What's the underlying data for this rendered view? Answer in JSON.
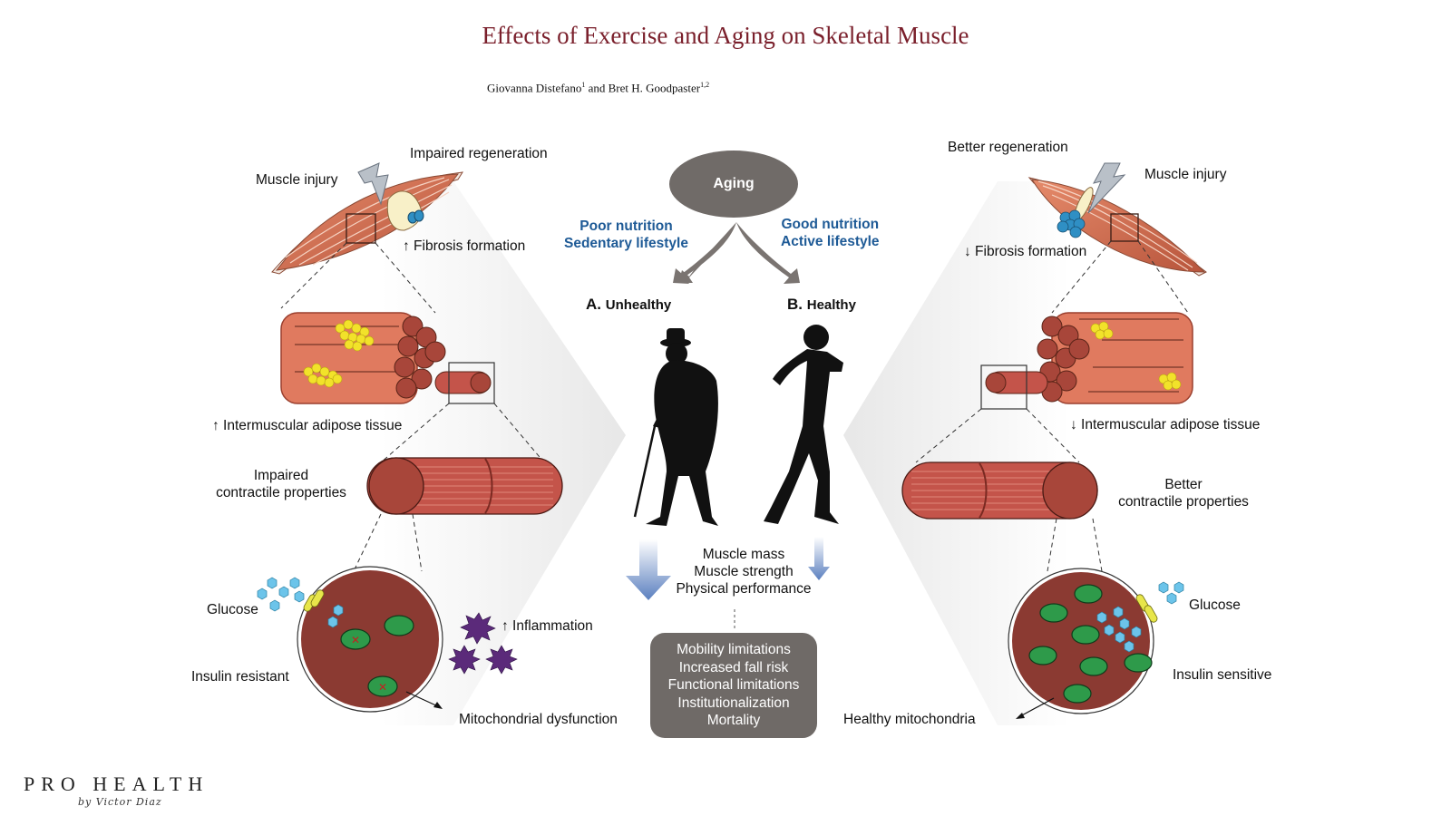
{
  "title": "Effects of Exercise and Aging on Skeletal Muscle",
  "authors": {
    "author1": "Giovanna Distefano",
    "author1_sup": "1",
    "joiner": " and ",
    "author2": "Bret H. Goodpaster",
    "author2_sup": "1,2"
  },
  "center": {
    "aging": "Aging",
    "left_factors": [
      "Poor nutrition",
      "Sedentary lifestyle"
    ],
    "right_factors": [
      "Good nutrition",
      "Active lifestyle"
    ],
    "label_a_letter": "A.",
    "label_a_text": "Unhealthy",
    "label_b_letter": "B.",
    "label_b_text": "Healthy",
    "measures": [
      "Muscle mass",
      "Muscle strength",
      "Physical performance"
    ],
    "outcomes": [
      "Mobility limitations",
      "Increased fall risk",
      "Functional limitations",
      "Institutionalization",
      "Mortality"
    ],
    "arrow_color": "#5a7fbf"
  },
  "left": {
    "impaired_regeneration": "Impaired regeneration",
    "muscle_injury": "Muscle injury",
    "fibrosis": "↑ Fibrosis formation",
    "adipose": "↑ Intermuscular adipose tissue",
    "contractile": [
      "Impaired",
      "contractile properties"
    ],
    "glucose": "Glucose",
    "insulin": "Insulin resistant",
    "inflammation": "↑ Inflammation",
    "mito": "Mitochondrial dysfunction"
  },
  "right": {
    "better_regeneration": "Better regeneration",
    "muscle_injury": "Muscle injury",
    "fibrosis": "↓ Fibrosis formation",
    "adipose": "↓ Intermuscular adipose tissue",
    "contractile": [
      "Better",
      "contractile properties"
    ],
    "glucose": "Glucose",
    "insulin": "Insulin sensitive",
    "mito": "Healthy mitochondria"
  },
  "colors": {
    "title": "#7a1f2b",
    "muscle": "#c9654a",
    "cell_interior": "#8b3a32",
    "mitochondria": "#2e9a4a",
    "adipose": "#f2e22a",
    "glucose": "#6cc4ea",
    "inflammation": "#5b2a7a",
    "stem_cells": "#2f8fc4"
  },
  "branding": {
    "name": "PRO HEALTH",
    "by": "by Victor Diaz"
  }
}
